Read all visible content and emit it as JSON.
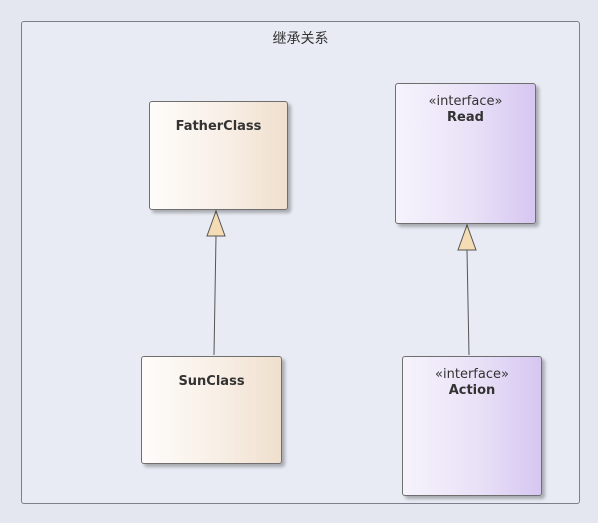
{
  "diagram": {
    "title": "继承关系",
    "classes": [
      {
        "id": "father",
        "name": "FatherClass",
        "stereotype": ""
      },
      {
        "id": "sun",
        "name": "SunClass",
        "stereotype": ""
      }
    ],
    "interfaces": [
      {
        "id": "read",
        "name": "Read",
        "stereotype": "«interface»"
      },
      {
        "id": "action",
        "name": "Action",
        "stereotype": "«interface»"
      }
    ],
    "relations": [
      {
        "from": "SunClass",
        "to": "FatherClass",
        "type": "generalization"
      },
      {
        "from": "Action",
        "to": "Read",
        "type": "generalization"
      }
    ]
  }
}
